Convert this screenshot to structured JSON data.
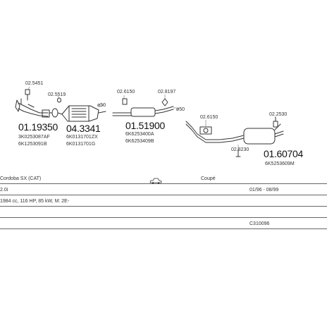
{
  "parts": {
    "front_pipe": {
      "number": "01.19350",
      "small_part": "02.5451",
      "refs": [
        "3K0253087AF",
        "6K1253091B"
      ]
    },
    "catalyst": {
      "number": "04.3341",
      "small_part": "02.5519",
      "refs": [
        "6K0131701ZX",
        "6K0131701G"
      ],
      "dia": "ø50"
    },
    "middle_silencer": {
      "number": "01.51900",
      "small_parts": [
        "02.6150",
        "02.8197"
      ],
      "refs": [
        "6K6253400A",
        "6K6253409B"
      ],
      "dia": "ø50"
    },
    "rear_silencer": {
      "number": "01.60704",
      "small_parts": [
        "02.6150",
        "02.2530",
        "02.8230"
      ],
      "refs": [
        "6K5253609M"
      ]
    }
  },
  "info": {
    "model": "Cordoba SX (CAT)",
    "body": "Coupé",
    "engine": "2.0i",
    "years": "01/96 - 08/99",
    "spec": "1984 cc, 116 HP, 85 kW, M: 2E-",
    "code": "C310096"
  }
}
